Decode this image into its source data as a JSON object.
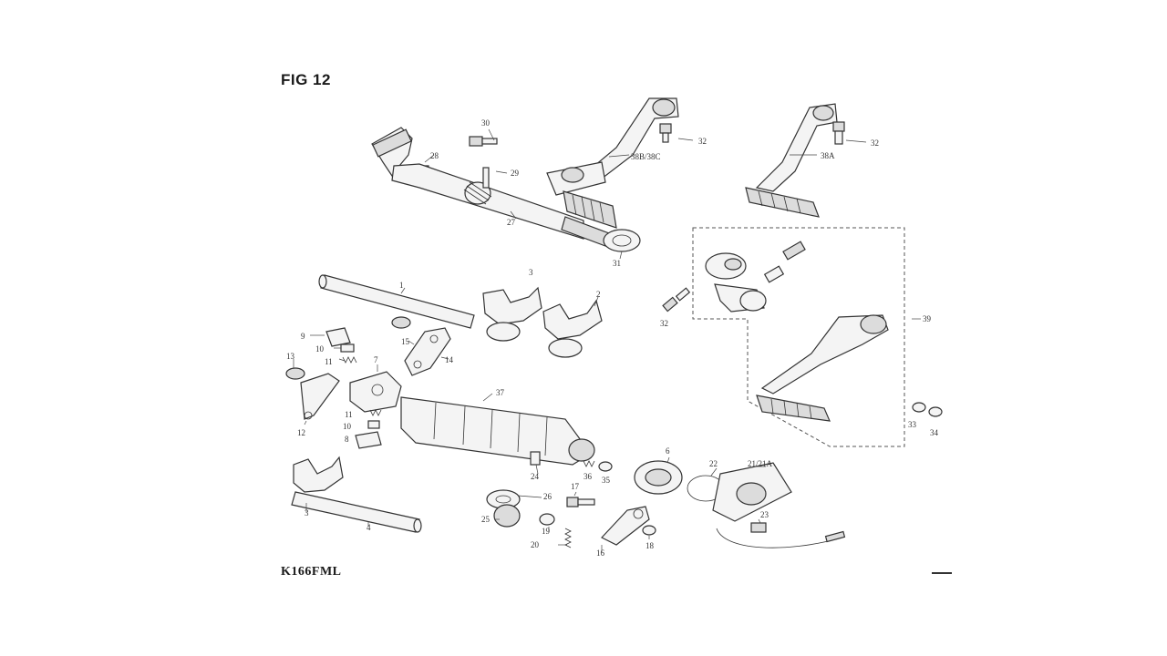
{
  "figure": {
    "title": "FIG 12",
    "model": "K166FML"
  },
  "callouts": [
    "30",
    "32",
    "32",
    "28",
    "29",
    "38B/38C",
    "38A",
    "27",
    "31",
    "1",
    "2",
    "3",
    "9",
    "10",
    "11",
    "12",
    "13",
    "14",
    "15",
    "7",
    "11",
    "10",
    "8",
    "37",
    "24",
    "36",
    "35",
    "39",
    "32",
    "33",
    "34",
    "6",
    "22",
    "21/21A",
    "23",
    "26",
    "25",
    "17",
    "19",
    "20",
    "16",
    "18",
    "3",
    "4"
  ]
}
